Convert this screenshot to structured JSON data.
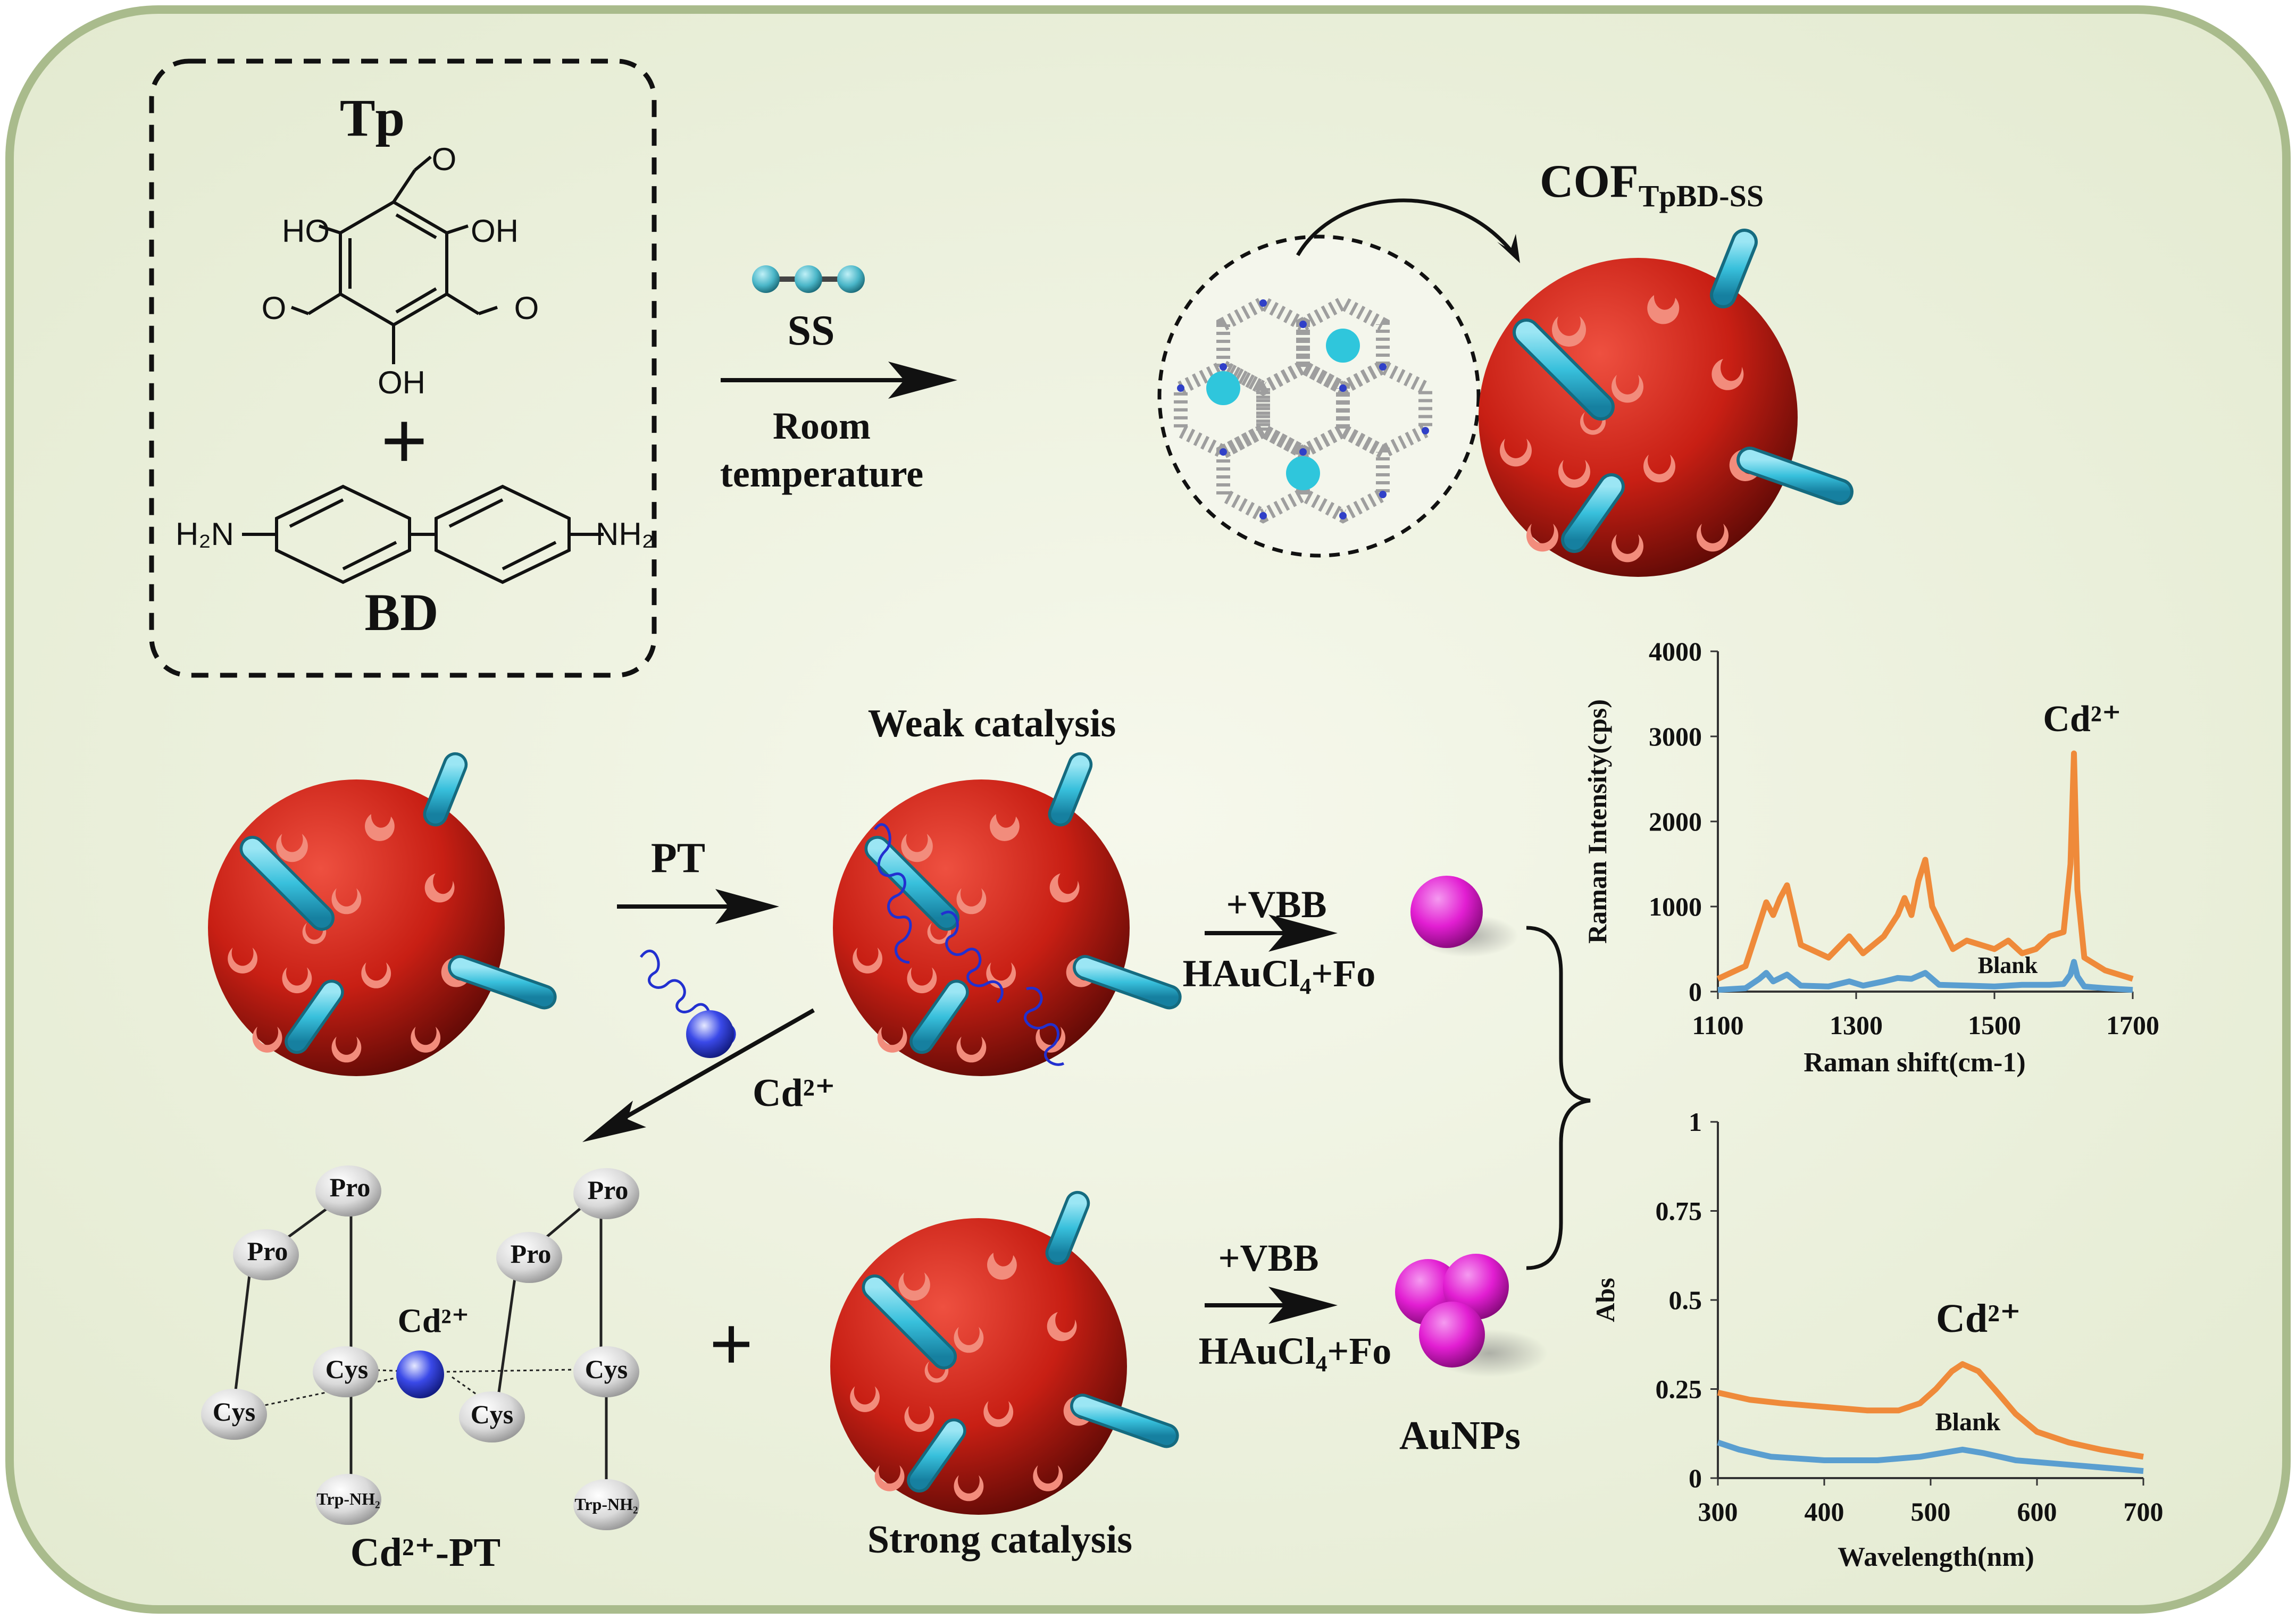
{
  "colors": {
    "background": "#eef1e1",
    "border": "#a9bb8c",
    "sphere": "#c81f14",
    "pore": "#f28c7c",
    "rod": "#38c0dc",
    "aunp": "#e21ed2",
    "cd_ion": "#3a49e8",
    "cd2_series": "#ef8a3a",
    "blank_series": "#5a9ed0",
    "dna": "#2230d0"
  },
  "monomers": {
    "tp_label": "Tp",
    "tp_groups": [
      "HO",
      "OH",
      "OH",
      "O",
      "O",
      "O"
    ],
    "plus": "+",
    "bd_amine_left": "H₂N",
    "bd_amine_right": "NH₂",
    "bd_label": "BD"
  },
  "synthesis": {
    "reagent": "SS",
    "condition_1": "Room",
    "condition_2": "temperature"
  },
  "cof": {
    "label_main": "COF",
    "label_sub": "TpBD-SS"
  },
  "process": {
    "pt_label": "PT",
    "weak_label": "Weak catalysis",
    "vbb_top": "+VBB",
    "reagents_top": "HAuCl₄+Fo",
    "cd_arrow_label": "Cd²⁺",
    "vbb_bottom": "+VBB",
    "reagents_bottom": "HAuCl₄+Fo",
    "strong_label": "Strong catalysis",
    "aunps_label": "AuNPs",
    "plus": "+"
  },
  "complex": {
    "pro": [
      "Pro",
      "Pro",
      "Pro",
      "Pro"
    ],
    "cys": [
      "Cys",
      "Cys",
      "Cys",
      "Cys"
    ],
    "trp": [
      "Trp-NH₂",
      "Trp-NH₂"
    ],
    "ion_label": "Cd²⁺",
    "caption": "Cd²⁺-PT"
  },
  "chart_data": [
    {
      "type": "line",
      "xlabel": "Raman shift(cm-1)",
      "ylabel": "Raman Intensity(cps)",
      "xlim": [
        1100,
        1700
      ],
      "ylim": [
        0,
        4000
      ],
      "xticks": [
        1100,
        1300,
        1500,
        1700
      ],
      "yticks": [
        0,
        1000,
        2000,
        3000,
        4000
      ],
      "annotation": "Cd²⁺",
      "series": [
        {
          "name": "Cd²⁺",
          "x": [
            1100,
            1140,
            1160,
            1170,
            1180,
            1190,
            1200,
            1220,
            1260,
            1290,
            1310,
            1340,
            1360,
            1370,
            1380,
            1390,
            1400,
            1410,
            1440,
            1460,
            1480,
            1500,
            1520,
            1540,
            1560,
            1580,
            1600,
            1610,
            1615,
            1620,
            1630,
            1660,
            1700
          ],
          "y": [
            150,
            300,
            800,
            1050,
            900,
            1100,
            1250,
            550,
            400,
            650,
            450,
            650,
            900,
            1100,
            900,
            1300,
            1550,
            1000,
            500,
            600,
            550,
            500,
            600,
            450,
            500,
            650,
            700,
            1500,
            2800,
            1200,
            400,
            250,
            150
          ]
        },
        {
          "name": "Blank",
          "x": [
            1100,
            1140,
            1160,
            1170,
            1180,
            1190,
            1200,
            1220,
            1260,
            1290,
            1310,
            1340,
            1360,
            1380,
            1400,
            1420,
            1460,
            1500,
            1540,
            1580,
            1600,
            1610,
            1615,
            1620,
            1630,
            1660,
            1700
          ],
          "y": [
            20,
            40,
            150,
            220,
            120,
            160,
            200,
            70,
            60,
            120,
            70,
            120,
            160,
            150,
            220,
            80,
            70,
            60,
            80,
            80,
            90,
            200,
            350,
            180,
            60,
            40,
            20
          ]
        }
      ]
    },
    {
      "type": "line",
      "xlabel": "Wavelength(nm)",
      "ylabel": "Abs",
      "xlim": [
        300,
        700
      ],
      "ylim": [
        0,
        1
      ],
      "xticks": [
        300,
        400,
        500,
        600,
        700
      ],
      "yticks": [
        "0",
        "0.25",
        "0.5",
        "0.75",
        "1"
      ],
      "annotation": "Cd²⁺",
      "series": [
        {
          "name": "Cd²⁺",
          "x": [
            300,
            330,
            360,
            400,
            440,
            470,
            490,
            505,
            520,
            530,
            545,
            560,
            580,
            600,
            630,
            660,
            700
          ],
          "y": [
            0.24,
            0.22,
            0.21,
            0.2,
            0.19,
            0.19,
            0.21,
            0.25,
            0.3,
            0.32,
            0.3,
            0.25,
            0.18,
            0.13,
            0.1,
            0.08,
            0.06
          ]
        },
        {
          "name": "Blank",
          "x": [
            300,
            320,
            350,
            400,
            450,
            490,
            510,
            530,
            550,
            580,
            620,
            660,
            700
          ],
          "y": [
            0.1,
            0.08,
            0.06,
            0.05,
            0.05,
            0.06,
            0.07,
            0.08,
            0.07,
            0.05,
            0.04,
            0.03,
            0.02
          ]
        }
      ]
    }
  ]
}
